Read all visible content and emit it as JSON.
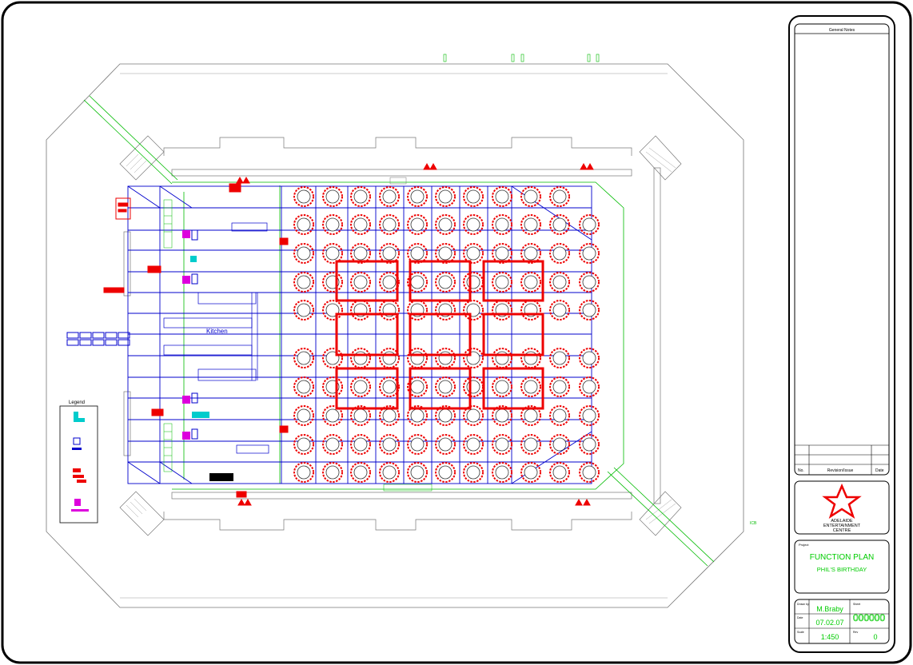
{
  "drawing": {
    "kitchen_label": "Kitchen",
    "legend_title": "Legend",
    "scale_mark": "ICB"
  },
  "title_block": {
    "general_notes": "General Notes",
    "revision_headers": {
      "no": "No.",
      "revision": "Revision/Issue",
      "date": "Date"
    },
    "logo": {
      "line1": "ADELAIDE",
      "line2": "ENTERTAINMENT",
      "line3": "CENTRE"
    },
    "project_label": "Project",
    "project_title": "FUNCTION PLAN",
    "project_subtitle": "PHIL'S BIRTHDAY",
    "drawn_by_label": "Drawn by",
    "drawn_by": "M.Braby",
    "date_label": "Date",
    "date": "07.02.07",
    "scale_label": "Scale",
    "scale": "1:450",
    "sheet_label": "Sheet",
    "sheet_number": "000000",
    "rev_label": "Rev",
    "rev": "0"
  },
  "colors": {
    "blue": "#0000cc",
    "red": "#ee0000",
    "green": "#00bb00",
    "magenta": "#dd00dd",
    "cyan": "#00cccc",
    "grey": "#555555"
  }
}
